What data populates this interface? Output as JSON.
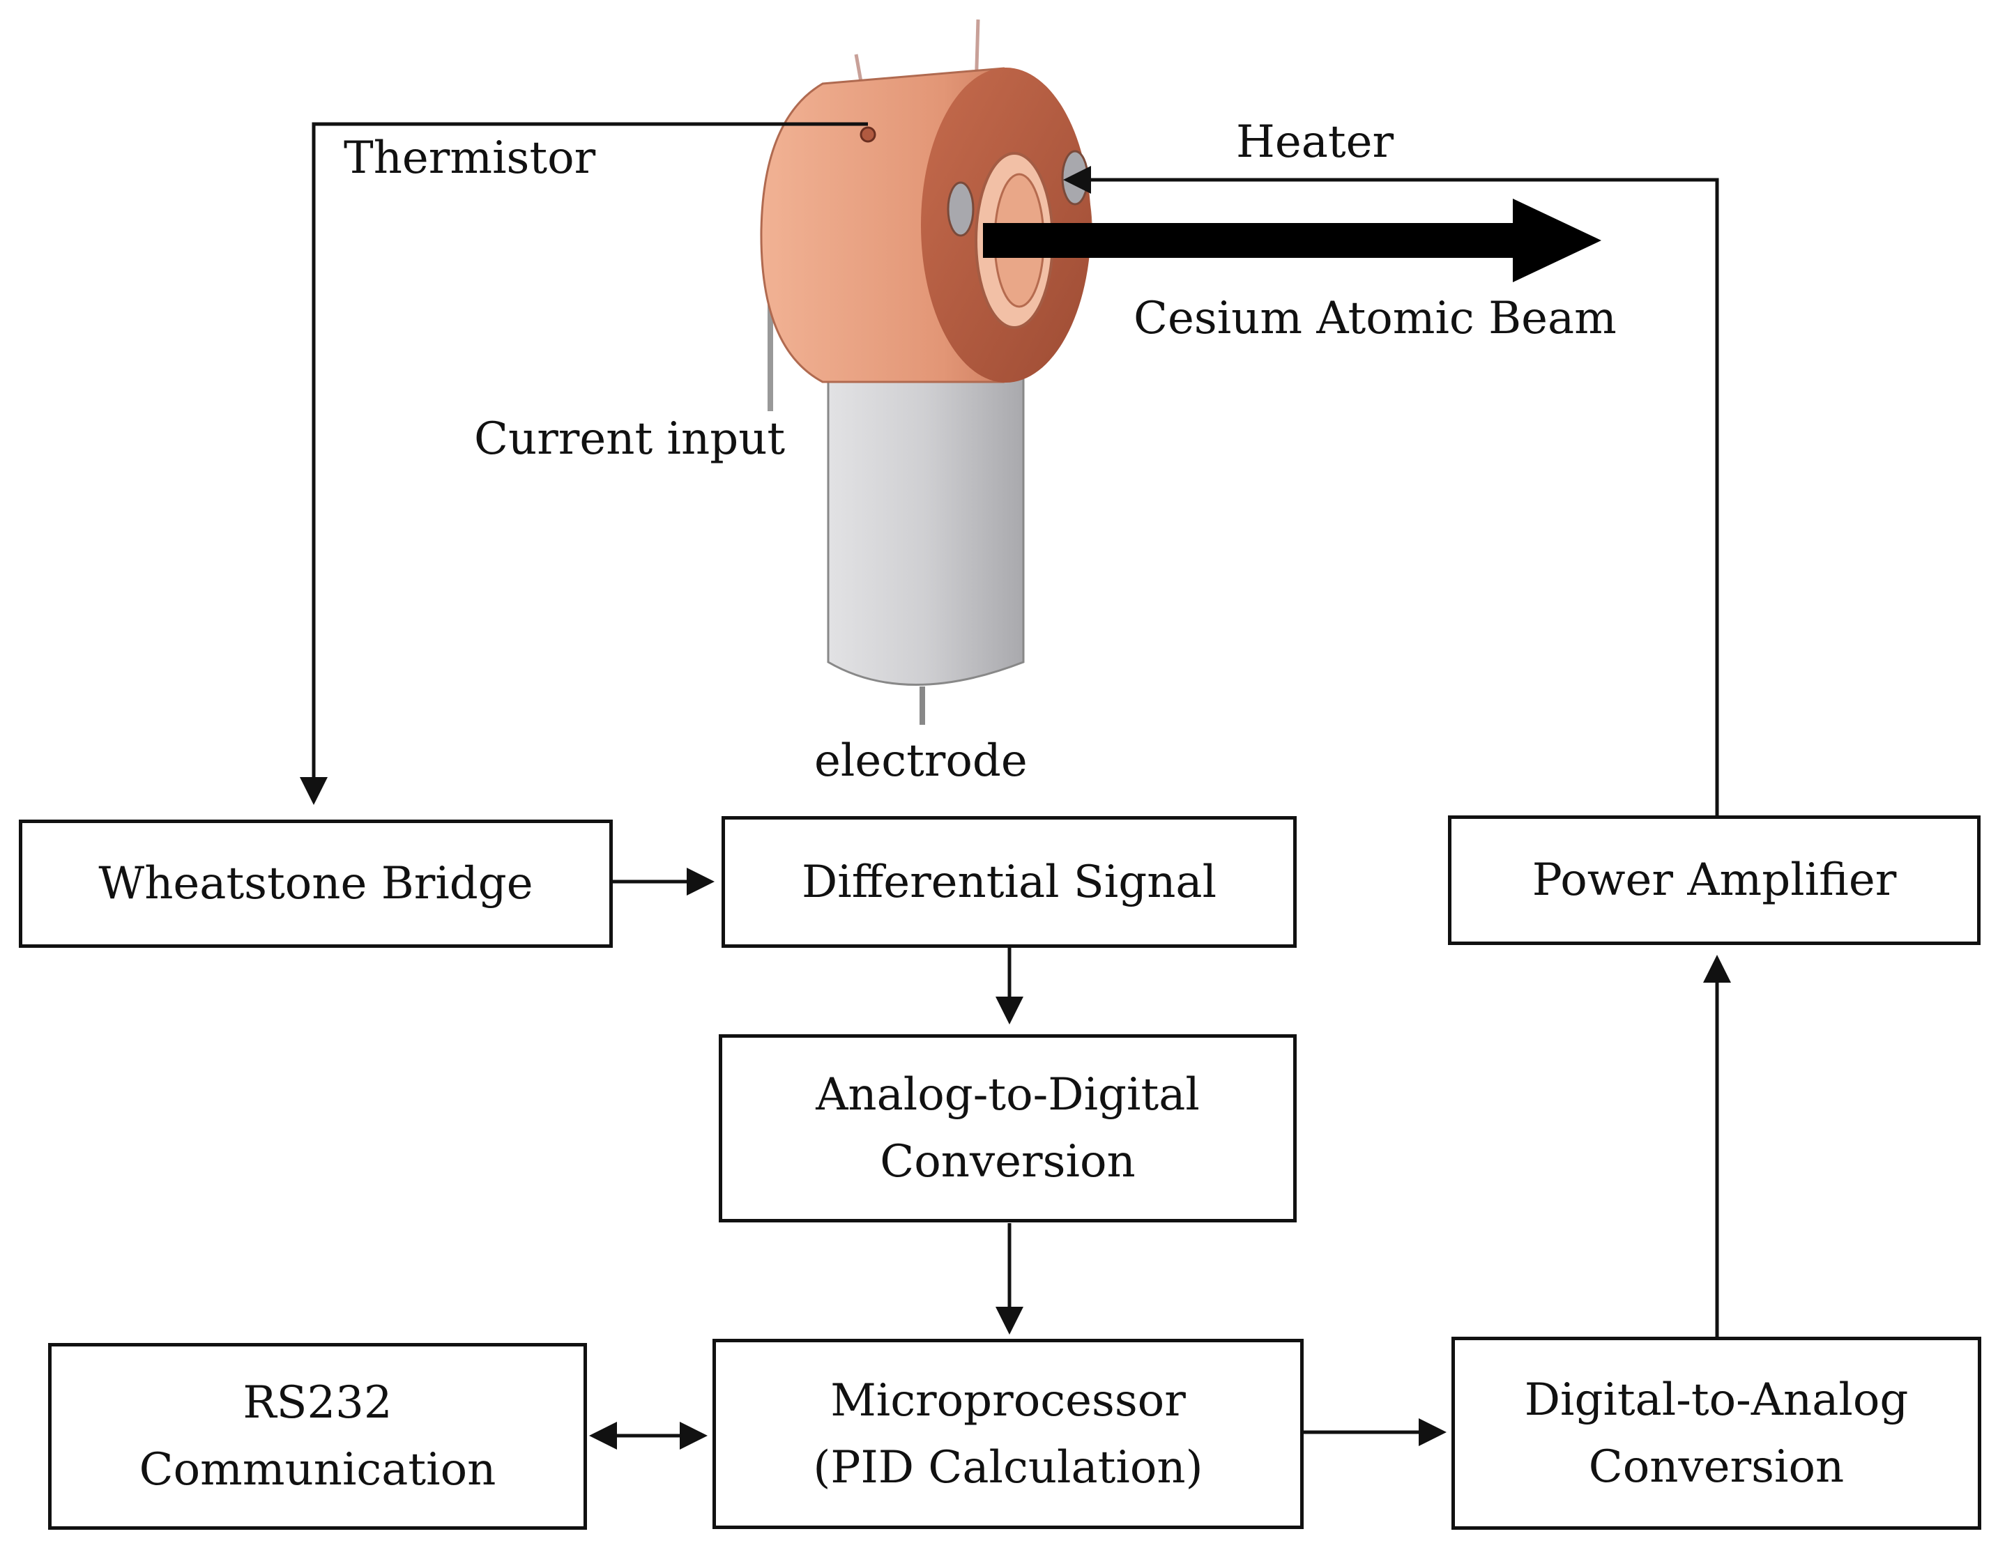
{
  "labels": {
    "thermistor": "Thermistor",
    "heater": "Heater",
    "beam": "Cesium Atomic Beam",
    "current_input": "Current input",
    "electrode": "electrode"
  },
  "blocks": {
    "wheatstone": "Wheatstone Bridge",
    "differential": "Differential Signal",
    "power_amp": "Power Amplifier",
    "adc_line1": "Analog-to-Digital",
    "adc_line2": "Conversion",
    "rs232_line1": "RS232",
    "rs232_line2": "Communication",
    "micro_line1": "Microprocessor",
    "micro_line2": "(PID Calculation)",
    "dac_line1": "Digital-to-Analog",
    "dac_line2": "Conversion"
  },
  "colors": {
    "copper": "#d98a6a",
    "steel": "#c9c9cc",
    "line": "#111111"
  }
}
